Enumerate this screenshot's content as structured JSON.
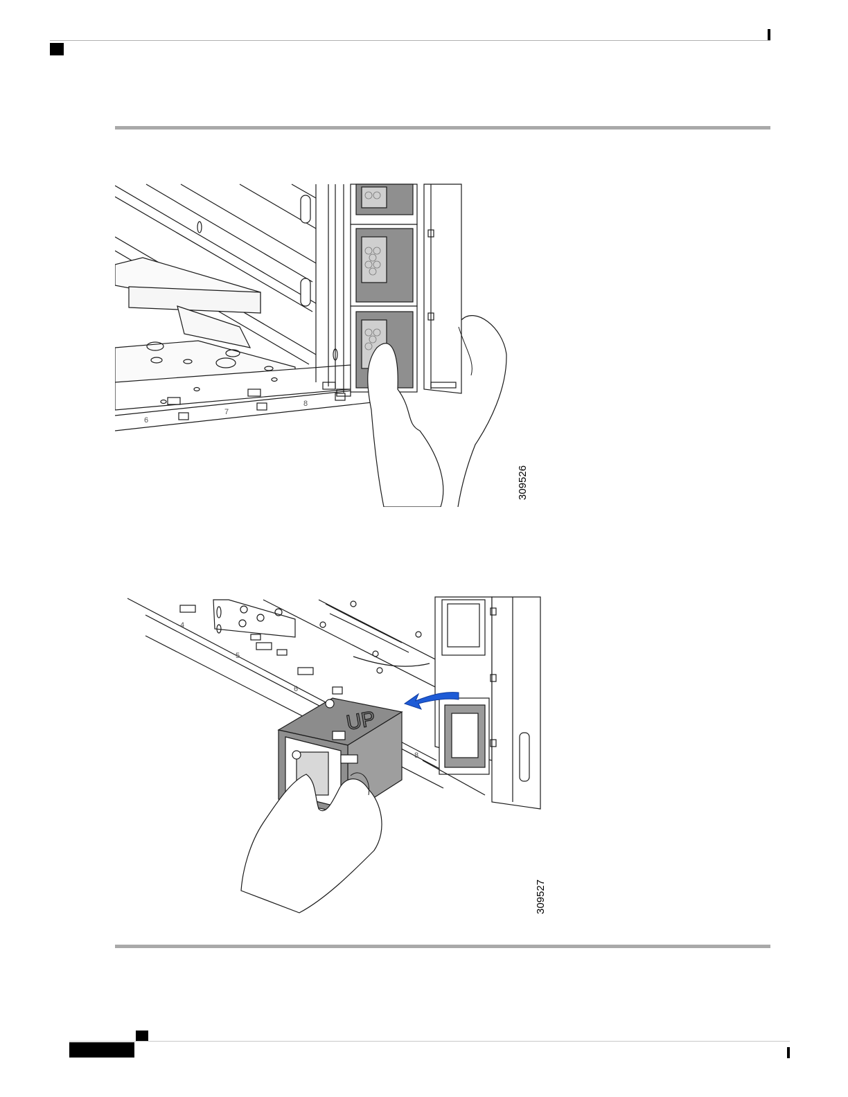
{
  "figures": [
    {
      "id_label": "309526",
      "slot_numbers": [
        "6",
        "7",
        "8"
      ],
      "colors": {
        "outline": "#1a1a1a",
        "panel": "#8f8f8f",
        "mesh": "#cfcfcf"
      }
    },
    {
      "id_label": "309527",
      "slot_numbers": [
        "4",
        "5",
        "6",
        "8"
      ],
      "decal_text": "UP",
      "colors": {
        "outline": "#1a1a1a",
        "blank": "#9a9a9a",
        "arrow": "#1e5bd6"
      }
    }
  ]
}
